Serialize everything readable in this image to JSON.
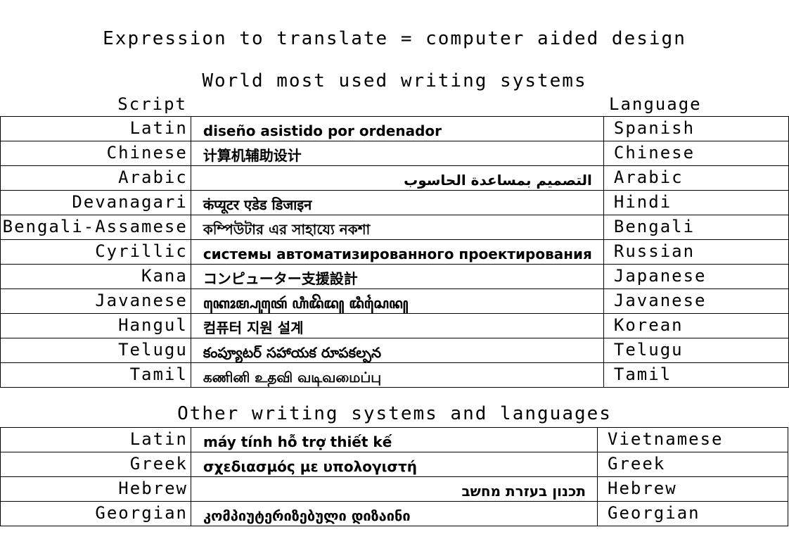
{
  "expression_title": "Expression to translate = computer aided design",
  "main_section_title": "World most used writing systems",
  "other_section_title": "Other writing systems and languages",
  "column_headers": {
    "script": "Script",
    "language": "Language"
  },
  "main_rows": [
    {
      "script": "Latin",
      "translation": "diseño asistido por ordenador",
      "language": "Spanish",
      "rtl": false
    },
    {
      "script": "Chinese",
      "translation": "计算机辅助设计",
      "language": "Chinese",
      "rtl": false
    },
    {
      "script": "Arabic",
      "translation": "التصميم بمساعدة الحاسوب",
      "language": "Arabic",
      "rtl": true
    },
    {
      "script": "Devanagari",
      "translation": "कंप्यूटर एडेड डिजाइन",
      "language": "Hindi",
      "rtl": false
    },
    {
      "script": "Bengali-Assamese",
      "translation": "কম্পিউটার এর সাহায্যে নকশা",
      "language": "Bengali",
      "rtl": false
    },
    {
      "script": "Cyrillic",
      "translation": "системы автоматизированного проектирования",
      "language": "Russian",
      "rtl": false
    },
    {
      "script": "Kana",
      "translation": "コンピューター支援設計",
      "language": "Japanese",
      "rtl": false
    },
    {
      "script": "Javanese",
      "translation": "ꦏꦺꦴꦩ꧀ꦥꦸꦠꦺꦂ ꦲꦶꦢꦼꦢ꧀ ꦢꦶꦱꦻꦤ꧀",
      "language": "Javanese",
      "rtl": false
    },
    {
      "script": "Hangul",
      "translation": "컴퓨터 지원 설계",
      "language": "Korean",
      "rtl": false
    },
    {
      "script": "Telugu",
      "translation": "కంప్యూటర్ సహాయక రూపకల్పన",
      "language": "Telugu",
      "rtl": false
    },
    {
      "script": "Tamil",
      "translation": "கணினி உதவி வடிவமைப்பு",
      "language": "Tamil",
      "rtl": false
    }
  ],
  "other_rows": [
    {
      "script": "Latin",
      "translation": "máy tính hỗ trợ thiết kế",
      "language": "Vietnamese",
      "rtl": false
    },
    {
      "script": "Greek",
      "translation": "σχεδιασμός με υπολογιστή",
      "language": "Greek",
      "rtl": false
    },
    {
      "script": "Hebrew",
      "translation": "תכנון בעזרת מחשב",
      "language": "Hebrew",
      "rtl": true
    },
    {
      "script": "Georgian",
      "translation": "კომპიუტერიზებული დიზაინი",
      "language": "Georgian",
      "rtl": false
    }
  ]
}
